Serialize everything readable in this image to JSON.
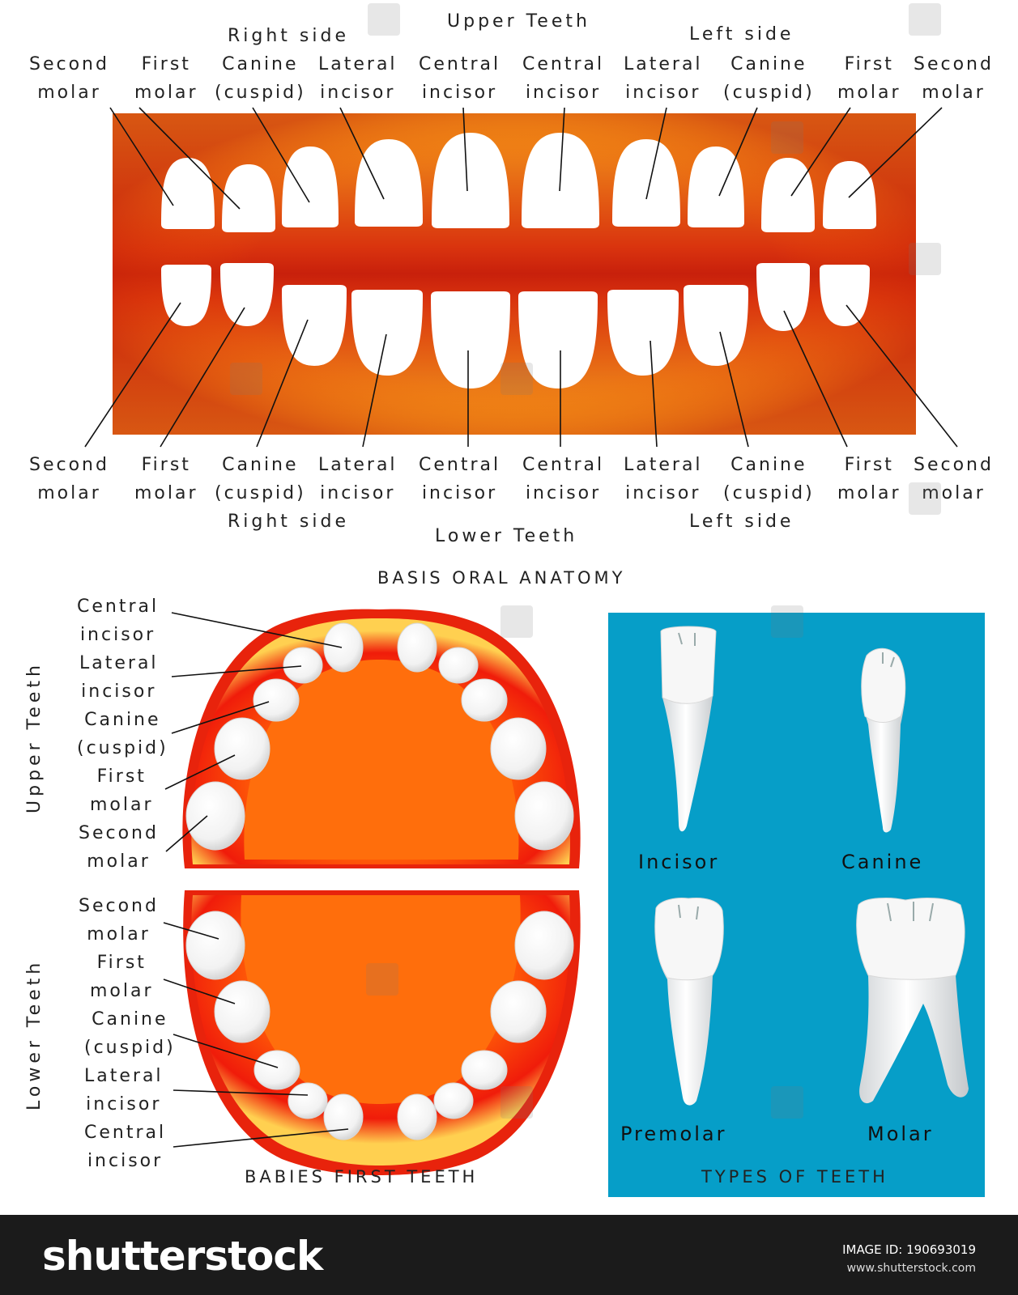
{
  "front_view": {
    "upper_heading": "Upper   Teeth",
    "lower_heading": "Lower Teeth",
    "upper_side_right": "Right side",
    "upper_side_left": "Left side",
    "lower_side_right": "Right side",
    "lower_side_left": "Left side",
    "upper_labels": [
      {
        "l1": "Second",
        "l2": "molar"
      },
      {
        "l1": "First",
        "l2": "molar"
      },
      {
        "l1": "Canine",
        "l2": "(cuspid)"
      },
      {
        "l1": "Lateral",
        "l2": "incisor"
      },
      {
        "l1": "Central",
        "l2": "incisor"
      },
      {
        "l1": "Central",
        "l2": "incisor"
      },
      {
        "l1": "Lateral",
        "l2": "incisor"
      },
      {
        "l1": "Canine",
        "l2": "(cuspid)"
      },
      {
        "l1": "First",
        "l2": "molar"
      },
      {
        "l1": "Second",
        "l2": "molar"
      }
    ],
    "lower_labels": [
      {
        "l1": "Second",
        "l2": "molar"
      },
      {
        "l1": "First",
        "l2": "molar"
      },
      {
        "l1": "Canine",
        "l2": "(cuspid)"
      },
      {
        "l1": "Lateral",
        "l2": "incisor"
      },
      {
        "l1": "Central",
        "l2": "incisor"
      },
      {
        "l1": "Central",
        "l2": "incisor"
      },
      {
        "l1": "Lateral",
        "l2": "incisor"
      },
      {
        "l1": "Canine",
        "l2": "(cuspid)"
      },
      {
        "l1": "First",
        "l2": "molar"
      },
      {
        "l1": "Second",
        "l2": "molar"
      }
    ]
  },
  "main_title": "BASIS ORAL ANATOMY",
  "arch_view": {
    "upper_vertical": "Upper  Teeth",
    "lower_vertical": "Lower Teeth",
    "upper_labels": [
      {
        "l1": "Central",
        "l2": "incisor"
      },
      {
        "l1": "Lateral",
        "l2": "incisor"
      },
      {
        "l1": "Canine",
        "l2": "(cuspid)"
      },
      {
        "l1": "First",
        "l2": "molar"
      },
      {
        "l1": "Second",
        "l2": "molar"
      }
    ],
    "lower_labels": [
      {
        "l1": "Second",
        "l2": "molar"
      },
      {
        "l1": "First",
        "l2": "molar"
      },
      {
        "l1": "Canine",
        "l2": "(cuspid)"
      },
      {
        "l1": "Lateral",
        "l2": "incisor"
      },
      {
        "l1": "Central",
        "l2": "incisor"
      }
    ],
    "caption": "BABIES FIRST TEETH"
  },
  "types_panel": {
    "caption": "TYPES OF TEETH",
    "names": [
      "Incisor",
      "Canine",
      "Premolar",
      "Molar"
    ],
    "background": "#069ec8"
  },
  "watermark": {
    "brand": "shutterstock",
    "image_id": "IMAGE ID: 190693019",
    "site": "www.shutterstock.com"
  },
  "colors": {
    "gum_edge": "#f5a020",
    "gum_center": "#d42a10",
    "tooth": "#ffffff"
  }
}
